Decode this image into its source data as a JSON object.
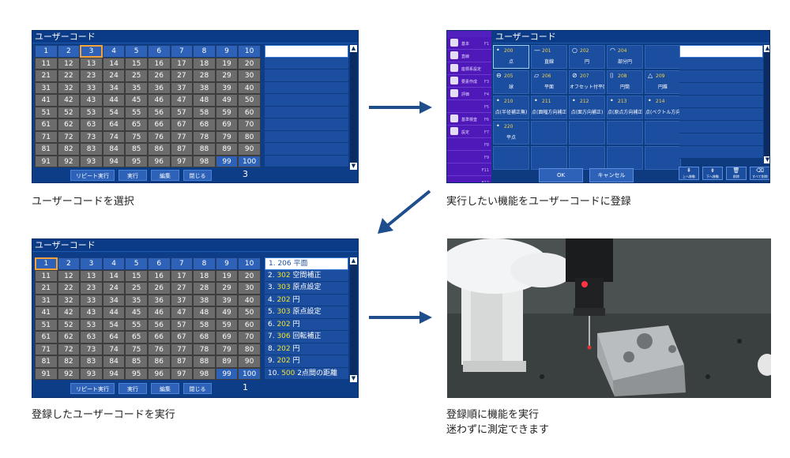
{
  "user_code_panel": {
    "title": "ユーザーコード",
    "rows": [
      [
        "1",
        "2",
        "3",
        "4",
        "5",
        "6",
        "7",
        "8",
        "9",
        "10"
      ],
      [
        "11",
        "12",
        "13",
        "14",
        "15",
        "16",
        "17",
        "18",
        "19",
        "20"
      ],
      [
        "21",
        "22",
        "23",
        "24",
        "25",
        "26",
        "27",
        "28",
        "29",
        "30"
      ],
      [
        "31",
        "32",
        "33",
        "34",
        "35",
        "36",
        "37",
        "38",
        "39",
        "40"
      ],
      [
        "41",
        "42",
        "43",
        "44",
        "45",
        "46",
        "47",
        "48",
        "49",
        "50"
      ],
      [
        "51",
        "52",
        "53",
        "54",
        "55",
        "56",
        "57",
        "58",
        "59",
        "60"
      ],
      [
        "61",
        "62",
        "63",
        "64",
        "65",
        "66",
        "67",
        "68",
        "69",
        "70"
      ],
      [
        "71",
        "72",
        "73",
        "74",
        "75",
        "76",
        "77",
        "78",
        "79",
        "80"
      ],
      [
        "81",
        "82",
        "83",
        "84",
        "85",
        "86",
        "87",
        "88",
        "89",
        "90"
      ],
      [
        "91",
        "92",
        "93",
        "94",
        "95",
        "96",
        "97",
        "98",
        "99",
        "100"
      ]
    ],
    "buttons": [
      "リピート実行",
      "実行",
      "編集",
      "閉じる"
    ]
  },
  "panel1": {
    "selected_code": "3",
    "count": "3"
  },
  "panel3": {
    "selected_code": "1",
    "count": "1",
    "steps": [
      {
        "index": "1.",
        "code": "206",
        "name": "平面"
      },
      {
        "index": "2.",
        "code": "302",
        "name": "空間補正"
      },
      {
        "index": "3.",
        "code": "303",
        "name": "原点設定"
      },
      {
        "index": "4.",
        "code": "202",
        "name": "円"
      },
      {
        "index": "5.",
        "code": "303",
        "name": "原点設定"
      },
      {
        "index": "6.",
        "code": "202",
        "name": "円"
      },
      {
        "index": "7.",
        "code": "306",
        "name": "回転補正"
      },
      {
        "index": "8.",
        "code": "202",
        "name": "円"
      },
      {
        "index": "9.",
        "code": "202",
        "name": "円"
      },
      {
        "index": "10.",
        "code": "500",
        "name": "2点間の距離"
      }
    ]
  },
  "panel2": {
    "title": "ユーザーコード",
    "sidebar": [
      {
        "label": "基本",
        "key": "F1"
      },
      {
        "label": "直線",
        "key": ""
      },
      {
        "label": "座標系設定",
        "key": ""
      },
      {
        "label": "要素作成",
        "key": "F3"
      },
      {
        "label": "評価",
        "key": "F4"
      },
      {
        "label": "",
        "key": "F5"
      },
      {
        "label": "基準検査",
        "key": "F6"
      },
      {
        "label": "設定",
        "key": "F7"
      },
      {
        "label": "",
        "key": "F8"
      },
      {
        "label": "",
        "key": "F9"
      },
      {
        "label": "",
        "key": "F11"
      },
      {
        "label": "",
        "key": "F12"
      }
    ],
    "functions": [
      {
        "num": "200",
        "name": "点",
        "icon": "•"
      },
      {
        "num": "201",
        "name": "直線",
        "icon": "—"
      },
      {
        "num": "202",
        "name": "円",
        "icon": "○"
      },
      {
        "num": "204",
        "name": "部分円",
        "icon": "◠"
      },
      {
        "num": "",
        "name": "",
        "icon": ""
      },
      {
        "num": "205",
        "name": "球",
        "icon": "⊖"
      },
      {
        "num": "206",
        "name": "平面",
        "icon": "▱"
      },
      {
        "num": "207",
        "name": "オフセット付平面",
        "icon": "⊘"
      },
      {
        "num": "208",
        "name": "円筒",
        "icon": "⌷"
      },
      {
        "num": "209",
        "name": "円錐",
        "icon": "△"
      },
      {
        "num": "210",
        "name": "点(半径補正無)",
        "icon": "•"
      },
      {
        "num": "211",
        "name": "点(面幅方向補正)",
        "icon": "•"
      },
      {
        "num": "212",
        "name": "点(面方向補正)",
        "icon": "•"
      },
      {
        "num": "213",
        "name": "点(原点方向補正)",
        "icon": "•"
      },
      {
        "num": "214",
        "name": "点(ベクトル方向補正)",
        "icon": "•"
      },
      {
        "num": "220",
        "name": "平点",
        "icon": "•"
      },
      {
        "num": "",
        "name": "",
        "icon": ""
      },
      {
        "num": "",
        "name": "",
        "icon": ""
      },
      {
        "num": "",
        "name": "",
        "icon": ""
      },
      {
        "num": "",
        "name": "",
        "icon": ""
      },
      {
        "num": "",
        "name": "",
        "icon": ""
      },
      {
        "num": "",
        "name": "",
        "icon": ""
      },
      {
        "num": "",
        "name": "",
        "icon": ""
      },
      {
        "num": "",
        "name": "",
        "icon": ""
      },
      {
        "num": "",
        "name": "",
        "icon": ""
      }
    ],
    "ok_label": "OK",
    "cancel_label": "キャンセル",
    "tools": [
      "上へ移動",
      "下へ移動",
      "削除",
      "すべて削除"
    ]
  },
  "captions": {
    "c1": "ユーザーコードを選択",
    "c2": "実行したい機能をユーザーコードに登録",
    "c3": "登録したユーザーコードを実行",
    "c4_line1": "登録順に機能を実行",
    "c4_line2": "迷わずに測定できます"
  },
  "colors": {
    "panel_blue": "#0d3d86",
    "cell_gray": "#6c6c6c",
    "highlight_orange": "#f3a23c",
    "arrow_blue": "#1f4e8c",
    "code_yellow": "#f1e32a"
  }
}
